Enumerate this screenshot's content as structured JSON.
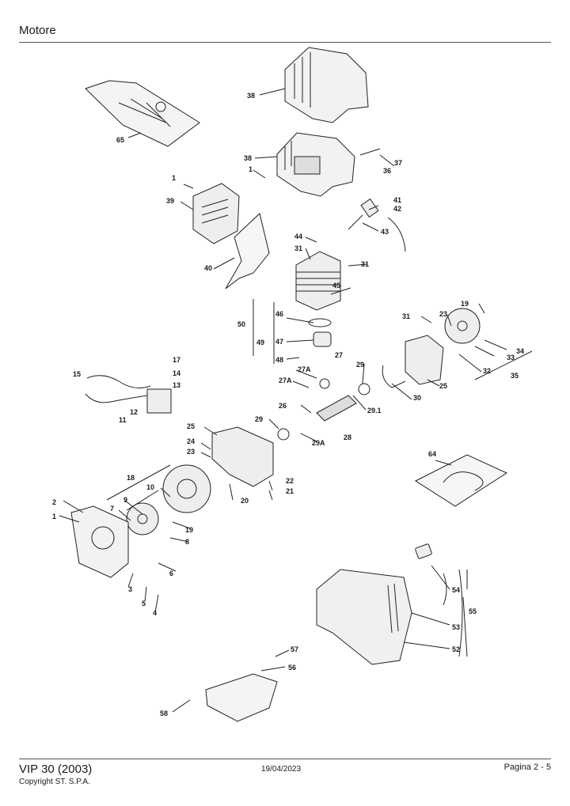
{
  "header": {
    "title": "Motore"
  },
  "footer": {
    "model": "VIP 30 (2003)",
    "copyright": "Copyright ST. S.P.A.",
    "date": "19/04/2023",
    "page": "Pagina 2 - 5"
  },
  "callouts": {
    "c65": "65",
    "c38a": "38",
    "c38b": "38",
    "c37": "37",
    "c36": "36",
    "c1a": "1",
    "c1b": "1",
    "c39": "39",
    "c41": "41",
    "c42": "42",
    "c43": "43",
    "c44": "44",
    "c31a": "31",
    "c31b": "31",
    "c31c": "31",
    "c40": "40",
    "c45": "45",
    "c46": "46",
    "c50": "50",
    "c49": "49",
    "c47": "47",
    "c48": "48",
    "c27": "27",
    "c27A": "27A",
    "c27Ab": "27A",
    "c19a": "19",
    "c23a": "23",
    "c34": "34",
    "c33": "33",
    "c32": "32",
    "c35": "35",
    "c25a": "25",
    "c30": "30",
    "c29a": "29",
    "c29_1": "29.1",
    "c17": "17",
    "c15": "15",
    "c14": "14",
    "c13": "13",
    "c12": "12",
    "c11": "11",
    "c26": "26",
    "c28": "28",
    "c29b": "29",
    "c29A": "29A",
    "c25b": "25",
    "c24": "24",
    "c23b": "23",
    "c64": "64",
    "c18": "18",
    "c22": "22",
    "c21": "21",
    "c20": "20",
    "c10": "10",
    "c9": "9",
    "c7": "7",
    "c2": "2",
    "c1c": "1",
    "c19b": "19",
    "c8": "8",
    "c6": "6",
    "c3": "3",
    "c5": "5",
    "c4": "4",
    "c54": "54",
    "c55": "55",
    "c53": "53",
    "c52": "52",
    "c57": "57",
    "c56": "56",
    "c58": "58"
  }
}
